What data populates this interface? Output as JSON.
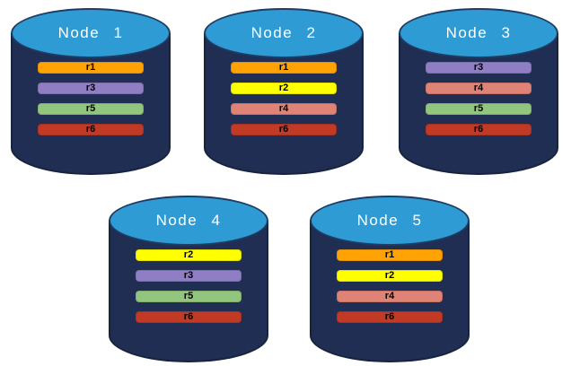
{
  "diagram": {
    "background_color": "#FFFFFF",
    "cylinder": {
      "body_color": "#1F2E52",
      "top_color": "#2E9BD5",
      "outline_color": "#1E3C64",
      "title_color": "#FFFFFF",
      "bar_text_color": "#000000"
    },
    "palette": {
      "r1": "#FFA204",
      "r2": "#FFFF00",
      "r3": "#8F7EC4",
      "r4": "#DE8376",
      "r5": "#92C57E",
      "r6": "#C03A26"
    },
    "nodes": [
      {
        "title": "Node 1",
        "bars": [
          {
            "label": "r1",
            "color": "#FFA204"
          },
          {
            "label": "r3",
            "color": "#8F7EC4"
          },
          {
            "label": "r5",
            "color": "#92C57E"
          },
          {
            "label": "r6",
            "color": "#C03A26"
          }
        ]
      },
      {
        "title": "Node 2",
        "bars": [
          {
            "label": "r1",
            "color": "#FFA204"
          },
          {
            "label": "r2",
            "color": "#FFFF00"
          },
          {
            "label": "r4",
            "color": "#DE8376"
          },
          {
            "label": "r6",
            "color": "#C03A26"
          }
        ]
      },
      {
        "title": "Node 3",
        "bars": [
          {
            "label": "r3",
            "color": "#8F7EC4"
          },
          {
            "label": "r4",
            "color": "#DE8376"
          },
          {
            "label": "r5",
            "color": "#92C57E"
          },
          {
            "label": "r6",
            "color": "#C03A26"
          }
        ]
      },
      {
        "title": "Node 4",
        "bars": [
          {
            "label": "r2",
            "color": "#FFFF00"
          },
          {
            "label": "r3",
            "color": "#8F7EC4"
          },
          {
            "label": "r5",
            "color": "#92C57E"
          },
          {
            "label": "r6",
            "color": "#C03A26"
          }
        ]
      },
      {
        "title": "Node 5",
        "bars": [
          {
            "label": "r1",
            "color": "#FFA204"
          },
          {
            "label": "r2",
            "color": "#FFFF00"
          },
          {
            "label": "r4",
            "color": "#DE8376"
          },
          {
            "label": "r6",
            "color": "#C03A26"
          }
        ]
      }
    ]
  }
}
